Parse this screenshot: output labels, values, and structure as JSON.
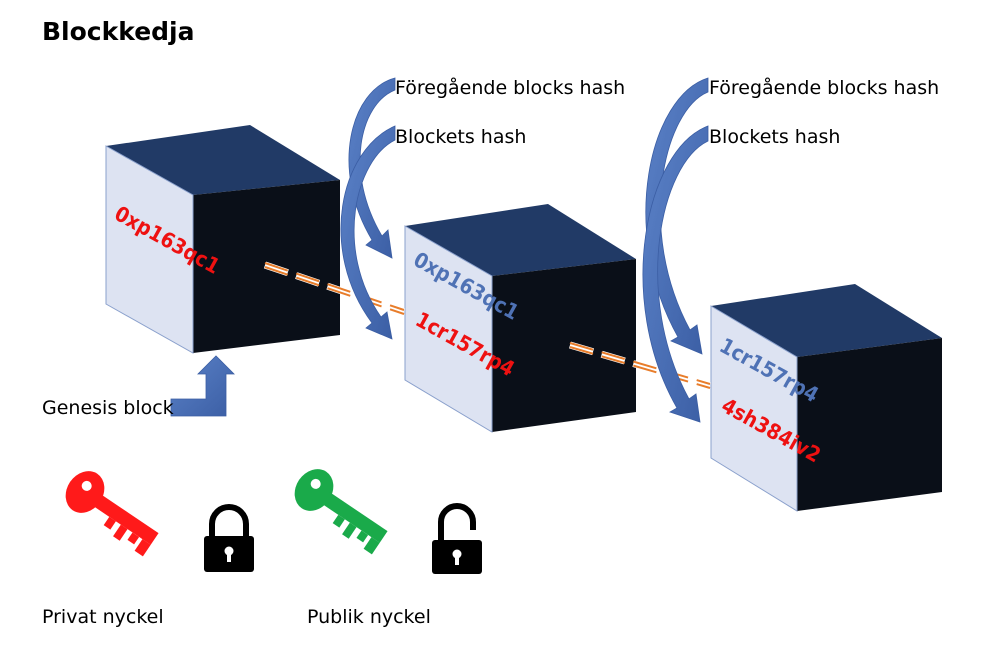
{
  "title": "Blockkedja",
  "annotations": [
    {
      "prev_label": "Föregående blocks hash",
      "curr_label": "Blockets hash"
    },
    {
      "prev_label": "Föregående blocks hash",
      "curr_label": "Blockets hash"
    }
  ],
  "blocks": [
    {
      "prev_hash": "",
      "hash": "0xp163qc1"
    },
    {
      "prev_hash": "0xp163qc1",
      "hash": "1cr157rp4"
    },
    {
      "prev_hash": "1cr157rp4",
      "hash": "4sh384iv2"
    }
  ],
  "genesis_label": "Genesis block",
  "legend": {
    "private_key_label": "Privat nyckel",
    "public_key_label": "Publik nyckel"
  },
  "colors": {
    "cube_top": "#213a66",
    "cube_side": "#0a0f18",
    "cube_front": "#dde3f2",
    "arrow": "#4a6fb8",
    "hash_current": "#ee1111",
    "hash_previous": "#4f72b5",
    "private_key": "#ff1a1a",
    "public_key": "#1aaa4a",
    "lock": "#000000",
    "dash_orange": "#e87d2b"
  },
  "icons": [
    "red-key-icon",
    "closed-lock-icon",
    "green-key-icon",
    "open-lock-icon",
    "curved-arrow-icon",
    "bent-arrow-icon"
  ]
}
